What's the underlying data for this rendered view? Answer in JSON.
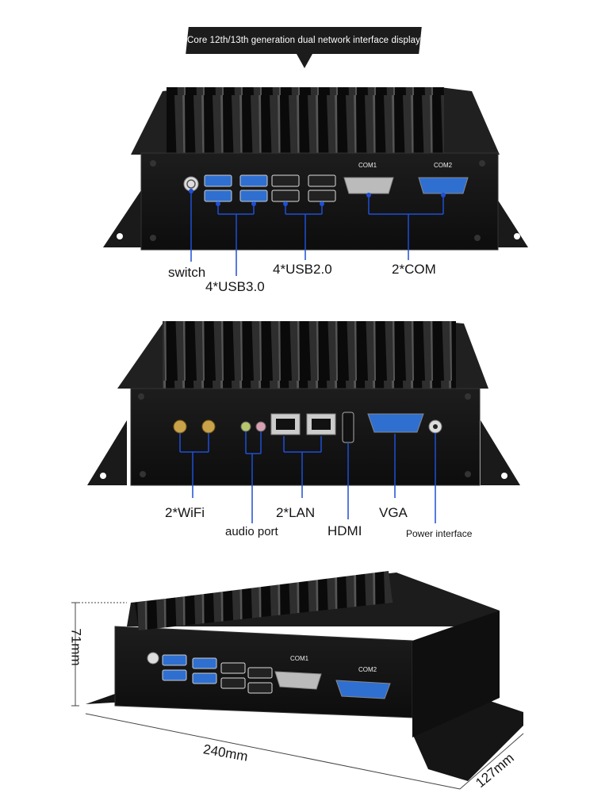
{
  "banner": {
    "text": "Core 12th/13th generation dual network interface display"
  },
  "front_panel": {
    "port_labels": {
      "com1": "COM1",
      "com2": "COM2"
    },
    "callouts": {
      "switch": "switch",
      "usb30": "4*USB3.0",
      "usb20": "4*USB2.0",
      "com": "2*COM"
    }
  },
  "rear_panel": {
    "callouts": {
      "wifi": "2*WiFi",
      "audio": "audio port",
      "lan": "2*LAN",
      "hdmi": "HDMI",
      "vga": "VGA",
      "power": "Power interface"
    }
  },
  "dimensions": {
    "port_labels": {
      "com1": "COM1",
      "com2": "COM2"
    },
    "height": "71mm",
    "width": "240mm",
    "depth": "127mm"
  },
  "colors": {
    "callout_line": "#1e4fd6",
    "chassis": "#141414",
    "port_blue": "#2f6fd0"
  }
}
